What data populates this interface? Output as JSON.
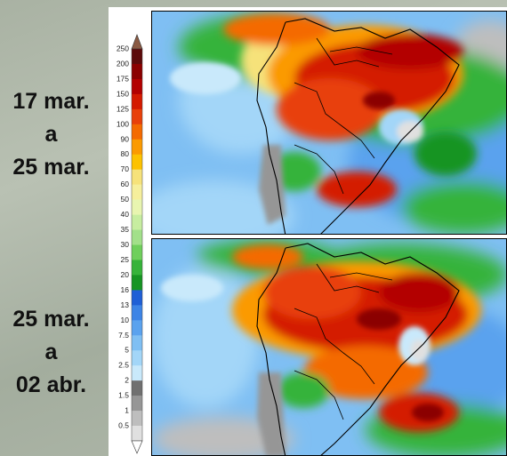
{
  "periods": [
    {
      "line1": "17 mar.",
      "line2": "a",
      "line3": "25 mar."
    },
    {
      "line1": "25 mar.",
      "line2": "a",
      "line3": "02 abr."
    }
  ],
  "legend": {
    "ticks": [
      "250",
      "200",
      "175",
      "150",
      "125",
      "100",
      "90",
      "80",
      "70",
      "60",
      "50",
      "40",
      "35",
      "30",
      "25",
      "20",
      "16",
      "13",
      "10",
      "7.5",
      "5",
      "2.5",
      "2",
      "1.5",
      "1",
      "0.5"
    ],
    "colors": [
      "#5c0a0a",
      "#8b0000",
      "#b30000",
      "#d41a00",
      "#e8400a",
      "#f46a00",
      "#fb9a00",
      "#fdc200",
      "#f6e27a",
      "#f6ef9c",
      "#e8f5b0",
      "#c7eda0",
      "#a2e08a",
      "#6fcf5c",
      "#36b33a",
      "#169423",
      "#1f5fd6",
      "#3d84e6",
      "#5aa2ee",
      "#7fbff3",
      "#a3d6f8",
      "#c9e9fb",
      "#707070",
      "#969696",
      "#bebebe",
      "#e0e0e0"
    ],
    "arrow_color": "#8a5a44"
  }
}
